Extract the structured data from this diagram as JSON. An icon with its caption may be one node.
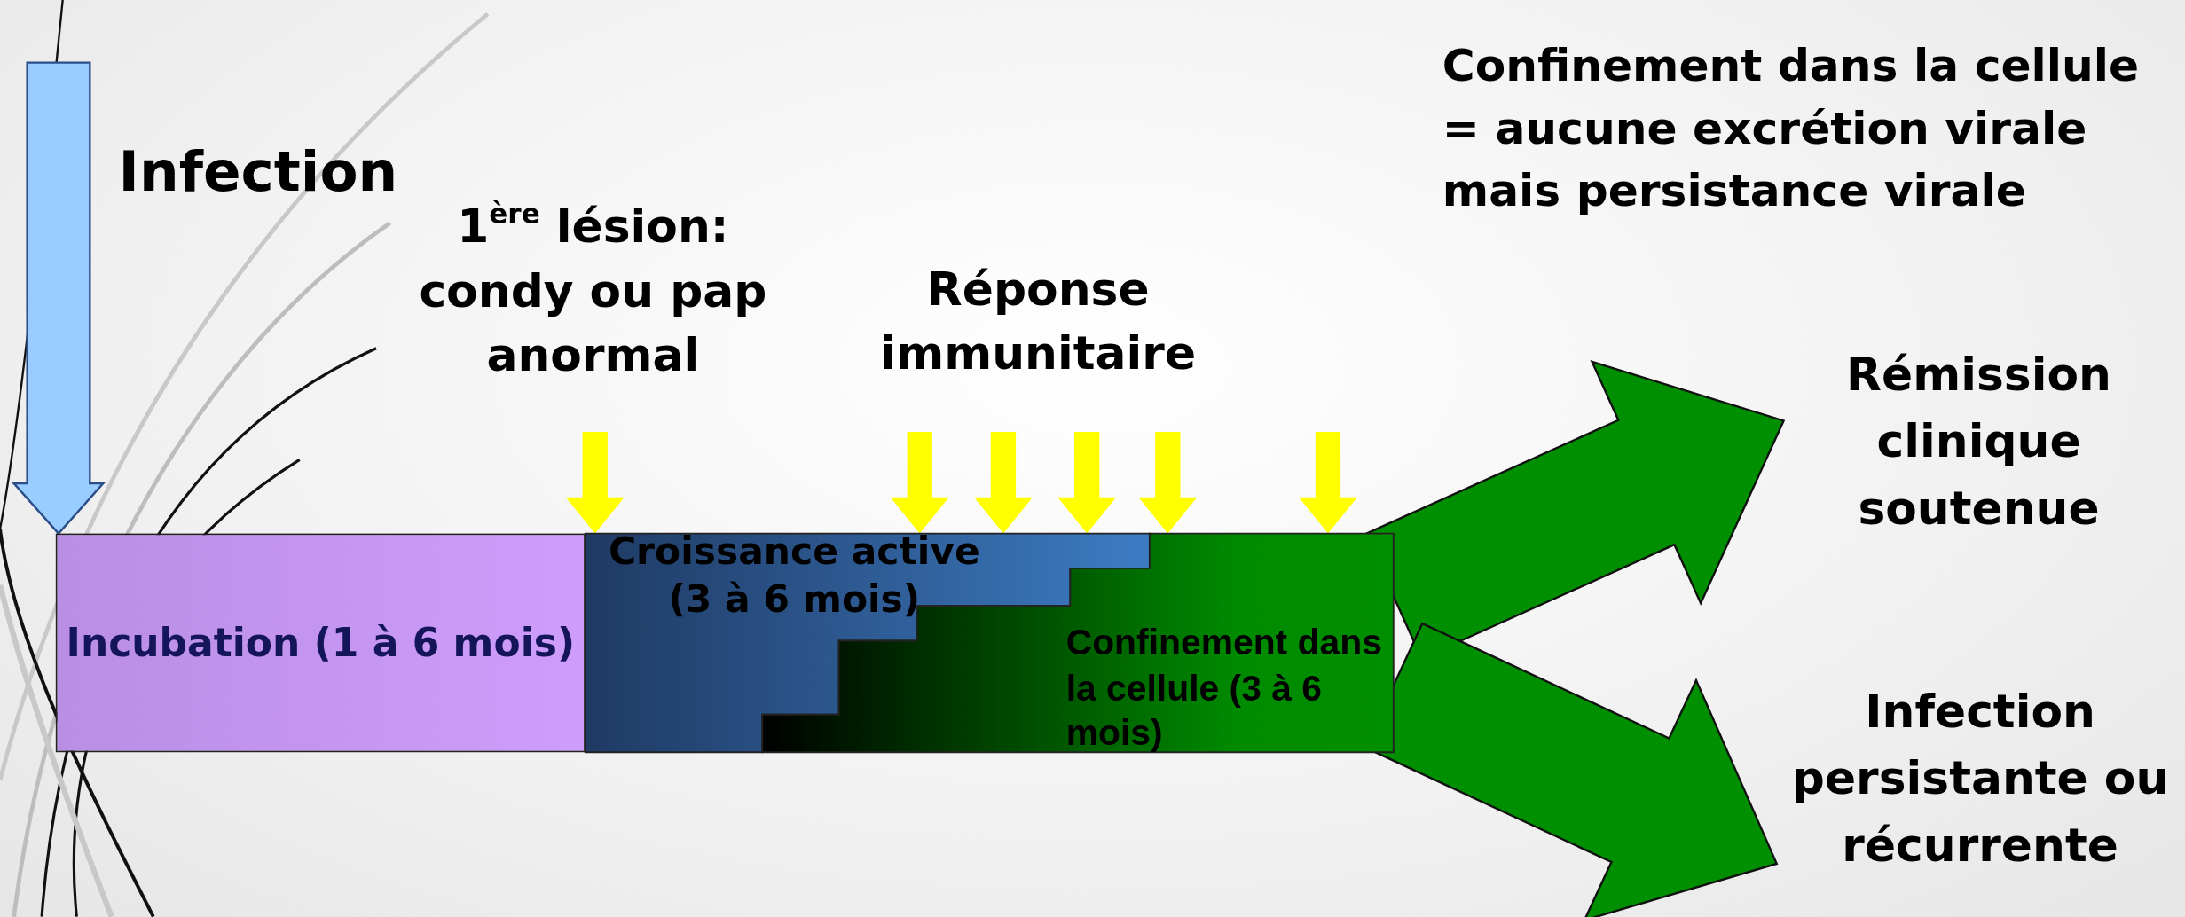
{
  "diagram": {
    "nodes": [
      {
        "text": [
          "Incubation (1 à 6 mois)"
        ]
      },
      {
        "text": [
          "Croissance active (3 à 6 mois)"
        ]
      },
      {
        "text": [
          "Confinement dans la cellule (3 à 6 mois)"
        ]
      },
      {
        "text": [
          "Rémission clinique soutenue"
        ]
      },
      {
        "text": [
          "Infection persistante ou récurrente"
        ]
      }
    ],
    "edges": [
      {
        "from": null,
        "to": 0,
        "arrow": "to",
        "color": "#99ccff"
      },
      {
        "from": null,
        "to": 1,
        "arrow": "to",
        "color": "#ffff00"
      },
      {
        "from": null,
        "to": 1,
        "arrow": "to",
        "color": "#ffff00"
      },
      {
        "from": null,
        "to": 1,
        "arrow": "to",
        "color": "#ffff00"
      },
      {
        "from": null,
        "to": 1,
        "arrow": "to",
        "color": "#ffff00"
      },
      {
        "from": null,
        "to": 2,
        "arrow": "to",
        "color": "#ffff00"
      },
      {
        "from": null,
        "to": 2,
        "arrow": "to",
        "color": "#ffff00"
      },
      {
        "from": 2,
        "to": 3,
        "arrow": "to",
        "color": "#008f00"
      },
      {
        "from": 2,
        "to": 4,
        "arrow": "to",
        "color": "#008f00"
      }
    ],
    "labels": [
      "Infection",
      "1$^{ère}$ lésion: condy ou pap anormal",
      "Réponse immunitaire",
      "Confinement dans la cellule = aucune excrétion virale mais persistance virale"
    ]
  }
}
